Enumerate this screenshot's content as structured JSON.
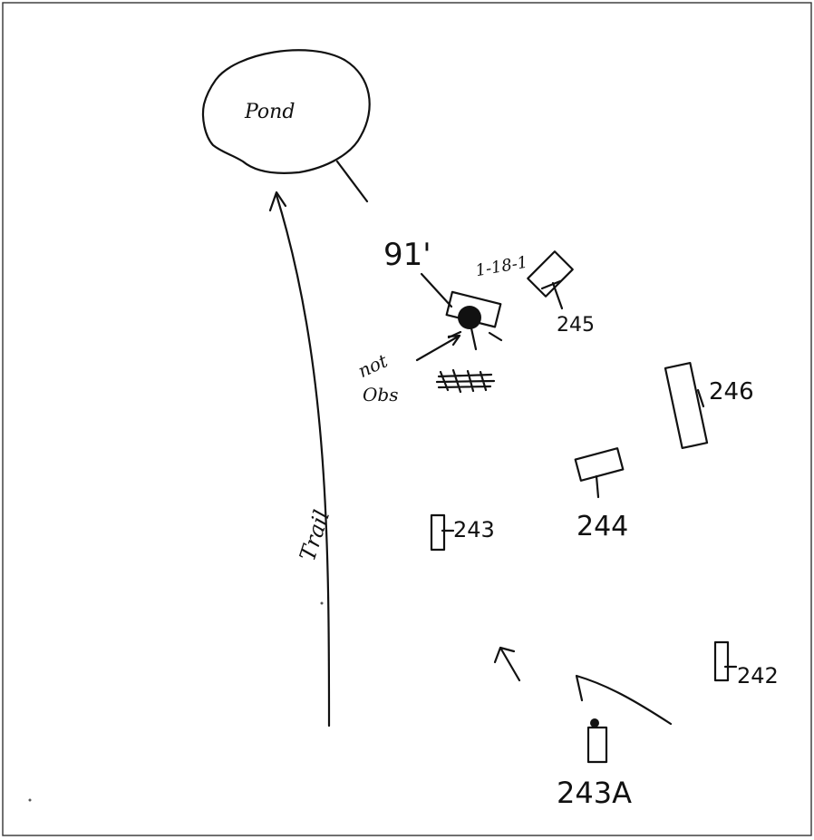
{
  "sketch": {
    "labels": {
      "pond": "Pond",
      "distance": "91'",
      "date": "1-18-1",
      "not_obs_line1": "not",
      "not_obs_line2": "Obs",
      "trail": "Trail",
      "unit_245": "245",
      "unit_246": "246",
      "unit_243": "243",
      "unit_244": "244",
      "unit_242": "242",
      "unit_243a": "243A"
    },
    "ink_color": "#111111",
    "background_color": "#ffffff"
  }
}
